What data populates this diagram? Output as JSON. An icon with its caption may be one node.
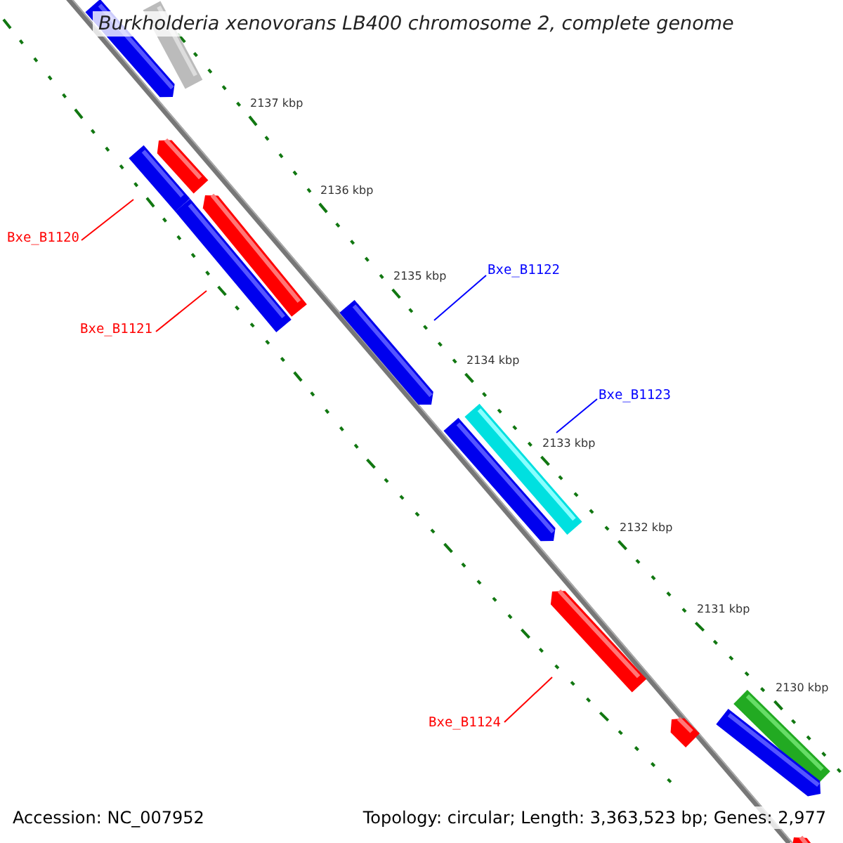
{
  "diagram": {
    "title": "Burkholderia xenovorans LB400 chromosome 2, complete genome",
    "nodes": [
      {
        "text": [],
        "shape": "bar"
      },
      {
        "text": [],
        "shape": "bar"
      },
      {
        "text": [],
        "shape": "bar"
      },
      {
        "text": [],
        "shape": "bar"
      },
      {
        "text": [
          "Bxe_B1120"
        ]
      },
      {
        "text": [],
        "shape": "bar"
      },
      {
        "text": [],
        "shape": "bar"
      },
      {
        "text": [
          "Bxe_B1121"
        ]
      },
      {
        "text": [
          "Bxe_B1122"
        ]
      },
      {
        "text": [],
        "shape": "bar"
      },
      {
        "text": [
          "Bxe_B1123"
        ]
      },
      {
        "text": [],
        "shape": "bar"
      },
      {
        "text": [],
        "shape": "bar"
      },
      {
        "text": [],
        "shape": "bar"
      },
      {
        "text": [
          "Bxe_B1124"
        ]
      },
      {
        "text": [],
        "shape": "bar"
      },
      {
        "text": [],
        "shape": "bar"
      },
      {
        "text": [],
        "shape": "bar"
      },
      {
        "text": [],
        "shape": "bar"
      }
    ],
    "edges": [
      {
        "from": 4,
        "to": 3,
        "arrow": "none",
        "color": "#ff0000"
      },
      {
        "from": 7,
        "to": 6,
        "arrow": "none",
        "color": "#ff0000"
      },
      {
        "from": 8,
        "to": 9,
        "arrow": "none",
        "color": "#0000ff"
      },
      {
        "from": 10,
        "to": 11,
        "arrow": "none",
        "color": "#0000ff"
      },
      {
        "from": 14,
        "to": 13,
        "arrow": "none",
        "color": "#ff0000"
      }
    ],
    "labels": [
      "2137 kbp",
      "2136 kbp",
      "2135 kbp",
      "2134 kbp",
      "2133 kbp",
      "2132 kbp",
      "2131 kbp",
      "2130 kbp",
      "Accession: NC_007952",
      "Topology: circular; Length: 3,363,523 bp; Genes: 2,977"
    ]
  }
}
